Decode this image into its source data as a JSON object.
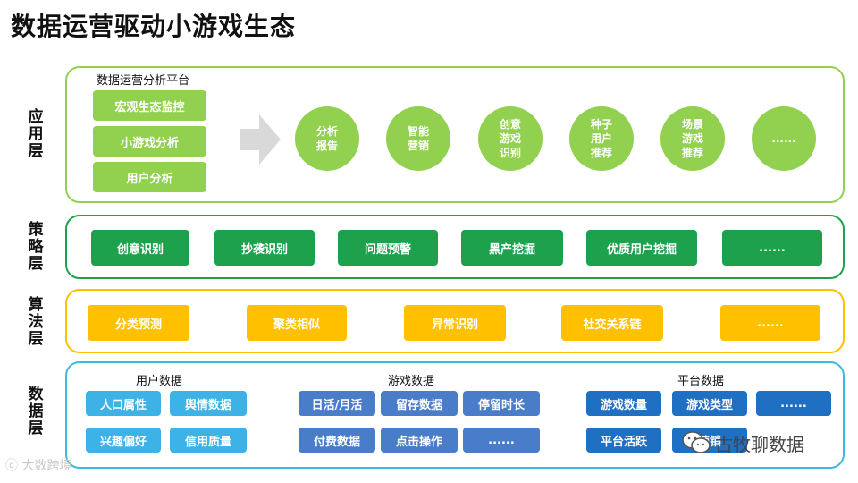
{
  "title": "数据运营驱动小游戏生态",
  "layers": {
    "app": {
      "label": [
        "应",
        "用",
        "层"
      ]
    },
    "strategy": {
      "label": [
        "策",
        "略",
        "层"
      ]
    },
    "algorithm": {
      "label": [
        "算",
        "法",
        "层"
      ]
    },
    "data": {
      "label": [
        "数",
        "据",
        "层"
      ]
    }
  },
  "app": {
    "platform_title": "数据运营分析平台",
    "platform_items": [
      "宏观生态监控",
      "小游戏分析",
      "用户分析"
    ],
    "circles": [
      "分析\n报告",
      "智能\n营销",
      "创意\n游戏\n识别",
      "种子\n用户\n推荐",
      "场景\n游戏\n推荐",
      "......"
    ]
  },
  "strategy": {
    "items": [
      "创意识别",
      "抄袭识别",
      "问题预警",
      "黑产挖掘",
      "优质用户挖掘",
      "......"
    ]
  },
  "algorithm": {
    "items": [
      "分类预测",
      "聚类相似",
      "异常识别",
      "社交关系链",
      "......"
    ]
  },
  "data": {
    "user": {
      "title": "用户数据",
      "items": [
        "人口属性",
        "舆情数据",
        "兴趣偏好",
        "信用质量"
      ]
    },
    "game": {
      "title": "游戏数据",
      "items": [
        "日活/月活",
        "留存数据",
        "停留时长",
        "付费数据",
        "点击操作",
        "......"
      ]
    },
    "platform": {
      "title": "平台数据",
      "items": [
        "游戏数量",
        "游戏类型",
        "......",
        "平台活跃",
        "营销"
      ]
    }
  },
  "watermarks": {
    "left": "大数跨境",
    "right": "古牧聊数据"
  },
  "colors": {
    "app": "#92d050",
    "strategy": "#1ea14d",
    "algorithm": "#ffc000",
    "data_border": "#3fb8e0",
    "data_user": "#3db2e6",
    "data_game": "#4a7dc9",
    "data_platform": "#1f6fc3"
  }
}
